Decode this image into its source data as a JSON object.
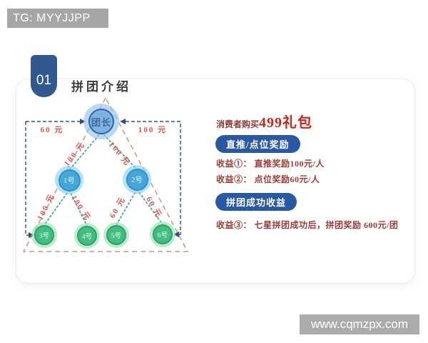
{
  "header": {
    "tg": "TG: MYYJJPP"
  },
  "badge": {
    "number": "01"
  },
  "card": {
    "title": "拼团介绍"
  },
  "diagram": {
    "nodes": {
      "leader": "团长",
      "n1": "1号",
      "n2": "2号",
      "n3": "3号",
      "n4": "4号",
      "n5": "5号",
      "n6": "6号"
    },
    "labels": {
      "bracket_left": "60 元",
      "bracket_right": "100 元",
      "leader_n1": "100 元",
      "leader_n2": "100 元",
      "n1_n3": "100 元",
      "n1_n4": "100 元",
      "n2_n5": "60 元",
      "n2_n6": "60 元"
    }
  },
  "info": {
    "purchase_prefix": "消费者购买",
    "purchase_highlight": "499礼包",
    "section1": {
      "badge": "直推/点位奖励",
      "lines": [
        "收益①： 直推奖励100元/人",
        "收益②： 点位奖励60元/人"
      ]
    },
    "section2": {
      "badge": "拼团成功收益",
      "lines": [
        "收益③： 七星拼团成功后，拼团奖励 600元/团"
      ]
    }
  },
  "watermark": {
    "text": "www.cqmzpx.com"
  },
  "colors": {
    "accent_blue": "#2a59a4",
    "badge_blue": "#31598f",
    "highlight_red": "#c3271b",
    "income_red": "#9c3a38",
    "money_red": "#e0544b",
    "leader_node": "#7fb2df",
    "level2_node": "#47a6d8",
    "level3_node": "#44bd82",
    "triangle_tan": "#c49a7e",
    "bracket_navy": "#2e4d80",
    "gray_bar": "#a6a6a6"
  }
}
